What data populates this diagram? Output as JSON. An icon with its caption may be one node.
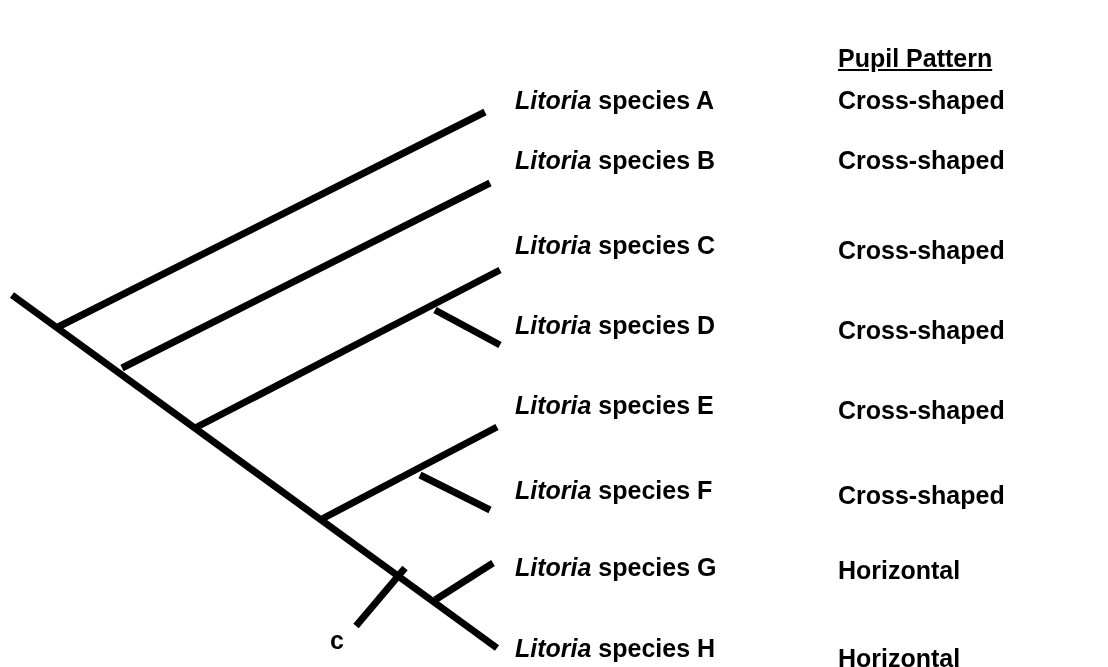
{
  "diagram": {
    "nodes": [
      {
        "text": [
          "*Litoria* species A"
        ]
      },
      {
        "text": [
          "*Litoria* species B"
        ]
      },
      {
        "text": [
          "*Litoria* species C"
        ]
      },
      {
        "text": [
          "*Litoria* species D"
        ]
      },
      {
        "text": [
          "*Litoria* species E"
        ]
      },
      {
        "text": [
          "*Litoria* species F"
        ]
      },
      {
        "text": [
          "*Litoria* species G"
        ]
      },
      {
        "text": [
          "*Litoria* species H"
        ]
      }
    ],
    "labels": [
      "Pupil Pattern",
      "Cross-shaped",
      "Cross-shaped",
      "Cross-shaped",
      "Cross-shaped",
      "Cross-shaped",
      "Cross-shaped",
      "Horizontal",
      "Horizontal",
      "c"
    ]
  }
}
